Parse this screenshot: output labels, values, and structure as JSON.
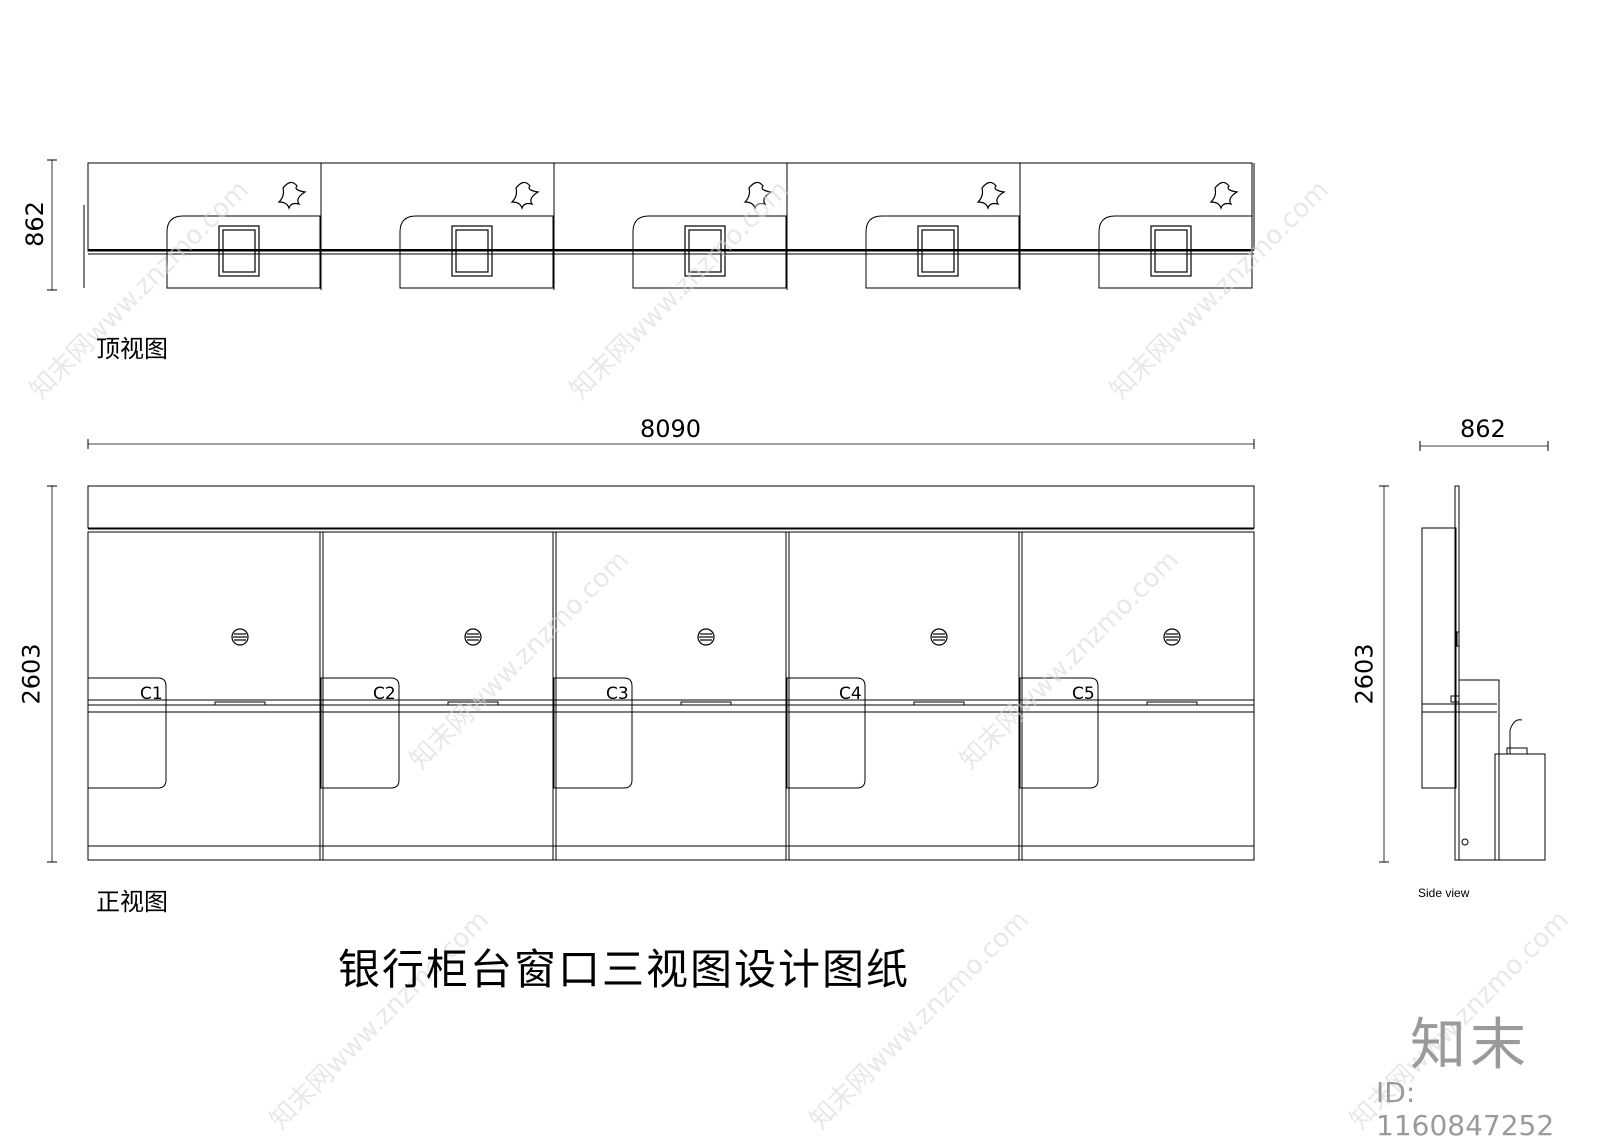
{
  "views": {
    "top_view_label": "顶视图",
    "front_view_label": "正视图",
    "side_view_label": "Side view"
  },
  "dimensions": {
    "top_depth": "862",
    "front_width": "8090",
    "front_height": "2603",
    "side_depth": "862",
    "side_height": "2603"
  },
  "windows": [
    "C1",
    "C2",
    "C3",
    "C4",
    "C5"
  ],
  "title": "银行柜台窗口三视图设计图纸",
  "brand": {
    "logo": "知末",
    "id": "ID: 1160847252"
  },
  "watermark": "知末网www.znzmo.com"
}
